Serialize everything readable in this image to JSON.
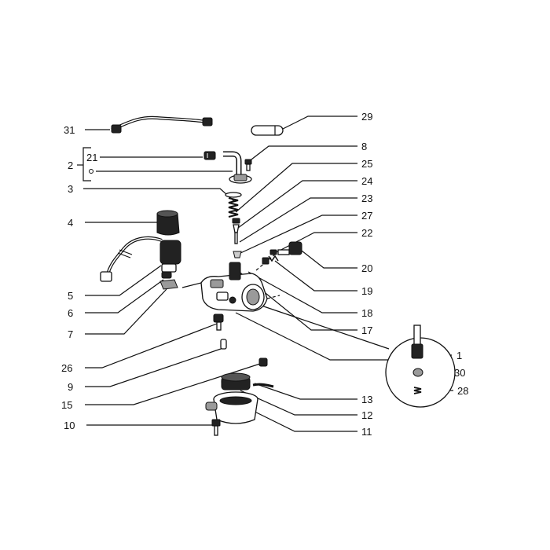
{
  "labels": {
    "p1": "1",
    "p2": "2",
    "p3": "3",
    "p4": "4",
    "p5": "5",
    "p6": "6",
    "p7": "7",
    "p8": "8",
    "p9": "9",
    "p10": "10",
    "p11": "11",
    "p12": "12",
    "p13": "13",
    "p15": "15",
    "p17": "17",
    "p18": "18",
    "p19": "19",
    "p20": "20",
    "p21": "21",
    "p22": "22",
    "p23": "23",
    "p24": "24",
    "p25": "25",
    "p26": "26",
    "p27": "27",
    "p28": "28",
    "p29": "29",
    "p30": "30",
    "p31": "31"
  }
}
